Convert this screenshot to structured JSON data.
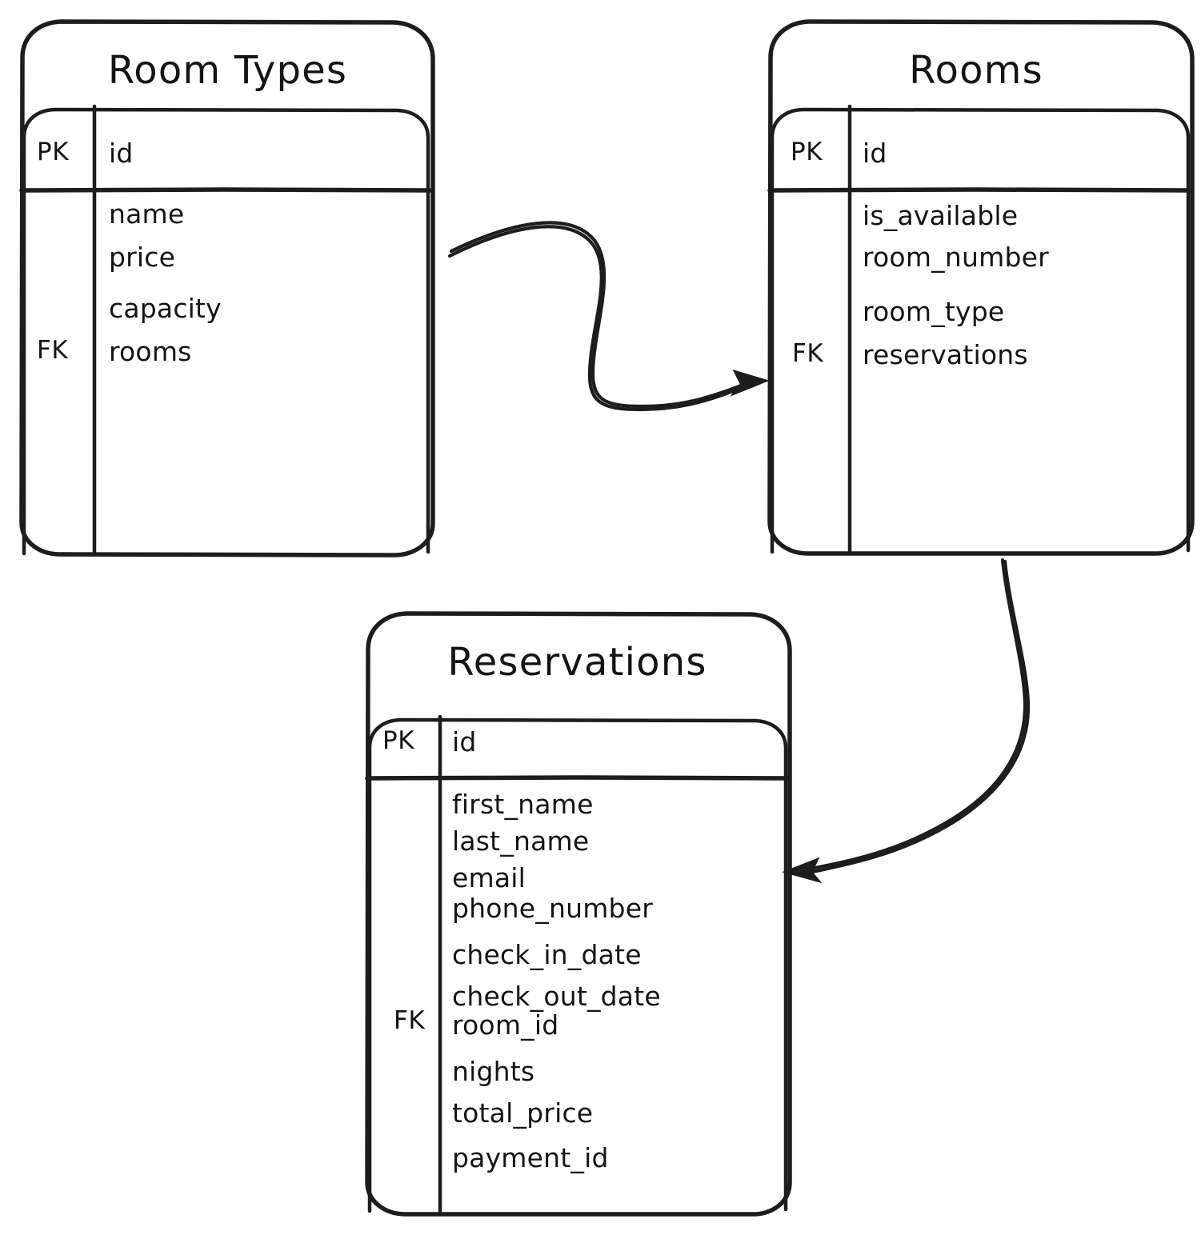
{
  "diagram": {
    "kind": "entity-relationship-diagram",
    "style": "hand-drawn",
    "background_color": "#ffffff",
    "stroke_color": "#1d1d1d",
    "entities": [
      {
        "id": "room-types",
        "title": "Room Types",
        "primary_key_label": "PK",
        "primary_key_field": "id",
        "foreign_key_label": "FK",
        "fields": [
          "name",
          "price",
          "capacity",
          "rooms"
        ],
        "foreign_key_field": "rooms"
      },
      {
        "id": "rooms",
        "title": "Rooms",
        "primary_key_label": "PK",
        "primary_key_field": "id",
        "foreign_key_label": "FK",
        "fields": [
          "is_available",
          "room_number",
          "room_type",
          "reservations"
        ],
        "foreign_key_field": "reservations"
      },
      {
        "id": "reservations",
        "title": "Reservations",
        "primary_key_label": "PK",
        "primary_key_field": "id",
        "foreign_key_label": "FK",
        "fields": [
          "first_name",
          "last_name",
          "email",
          "phone_number",
          "check_in_date",
          "check_out_date",
          "room_id",
          "nights",
          "total_price",
          "payment_id"
        ],
        "foreign_key_field": "room_id"
      }
    ],
    "relationships": [
      {
        "id": "rel-roomtypes-rooms",
        "from": "room-types",
        "to": "rooms",
        "arrow": "to"
      },
      {
        "id": "rel-rooms-reservations",
        "from": "rooms",
        "to": "reservations",
        "arrow": "to"
      }
    ]
  }
}
